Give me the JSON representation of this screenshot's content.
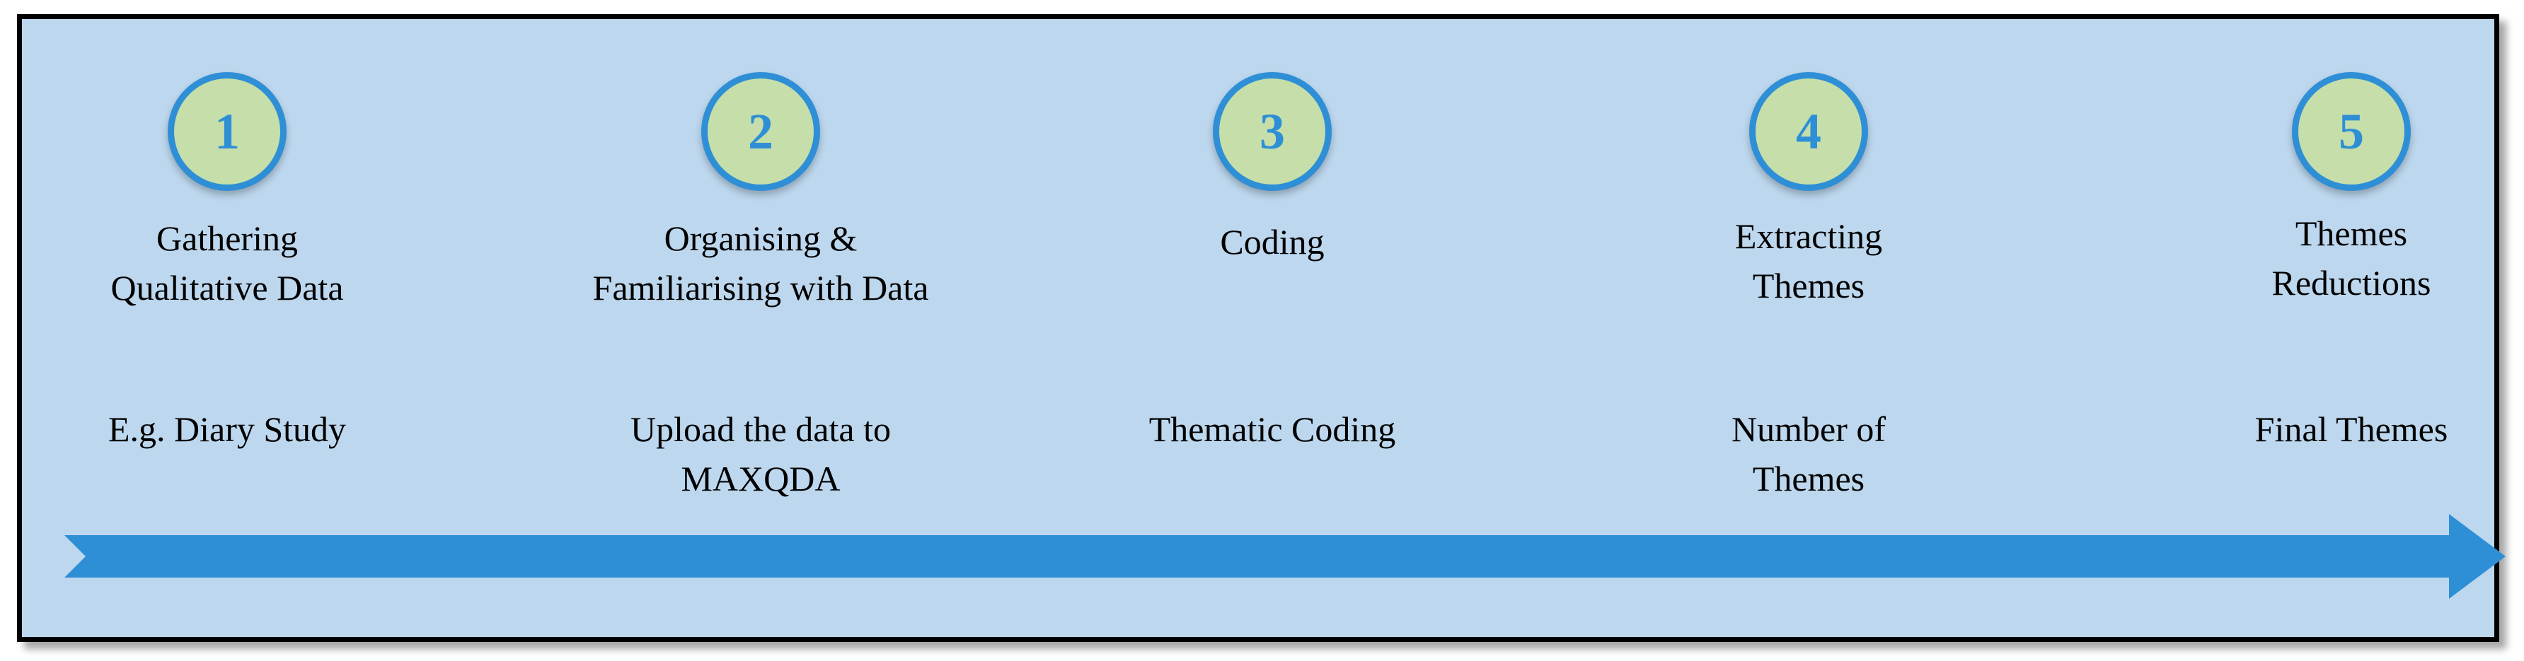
{
  "steps": [
    {
      "number": "1",
      "title": "Gathering\nQualitative Data",
      "description": "E.g. Diary Study"
    },
    {
      "number": "2",
      "title": "Organising &\nFamiliarising  with Data",
      "description": "Upload the data to\nMAXQDA"
    },
    {
      "number": "3",
      "title": "Coding",
      "description": "Thematic Coding"
    },
    {
      "number": "4",
      "title": "Extracting\nThemes",
      "description": "Number of\nThemes"
    },
    {
      "number": "5",
      "title": "Themes\nReductions",
      "description": "Final Themes"
    }
  ],
  "colors": {
    "background": "#bdd7ee",
    "circle_fill": "#c5deaa",
    "accent_blue": "#2e8fd6",
    "border": "#000000"
  }
}
